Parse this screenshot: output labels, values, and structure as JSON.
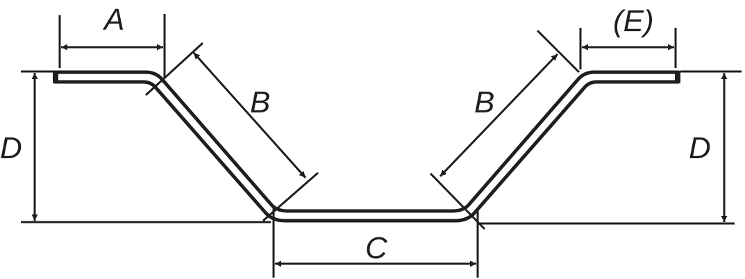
{
  "dimension_labels": {
    "a": "A",
    "b_left": "B",
    "b_right": "B",
    "c": "C",
    "d_left": "D",
    "d_right": "D",
    "e": "(E)"
  }
}
